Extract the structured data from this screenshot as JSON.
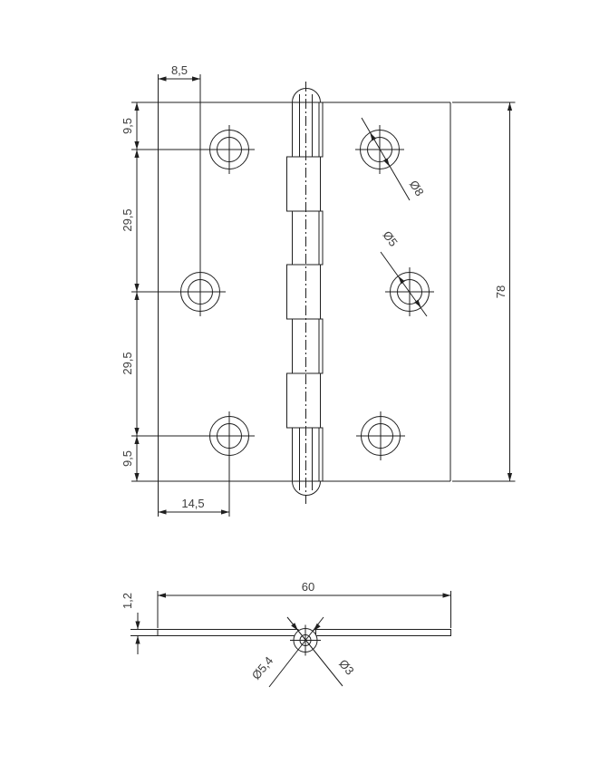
{
  "colors": {
    "background": "#ffffff",
    "line": "#1f1f1f",
    "text": "#3d3d3d"
  },
  "top_view": {
    "dim_top_offset": "8,5",
    "chain_labels": [
      "9,5",
      "29,5",
      "29,5",
      "9,5"
    ],
    "dim_height": "78",
    "dim_bottom_offset": "14,5",
    "dia_countersink": "Ø8",
    "dia_hole": "Ø5"
  },
  "side_view": {
    "dim_width": "60",
    "dim_thickness": "1,2",
    "dia_barrel": "Ø5,4",
    "dia_pin": "Ø3"
  }
}
